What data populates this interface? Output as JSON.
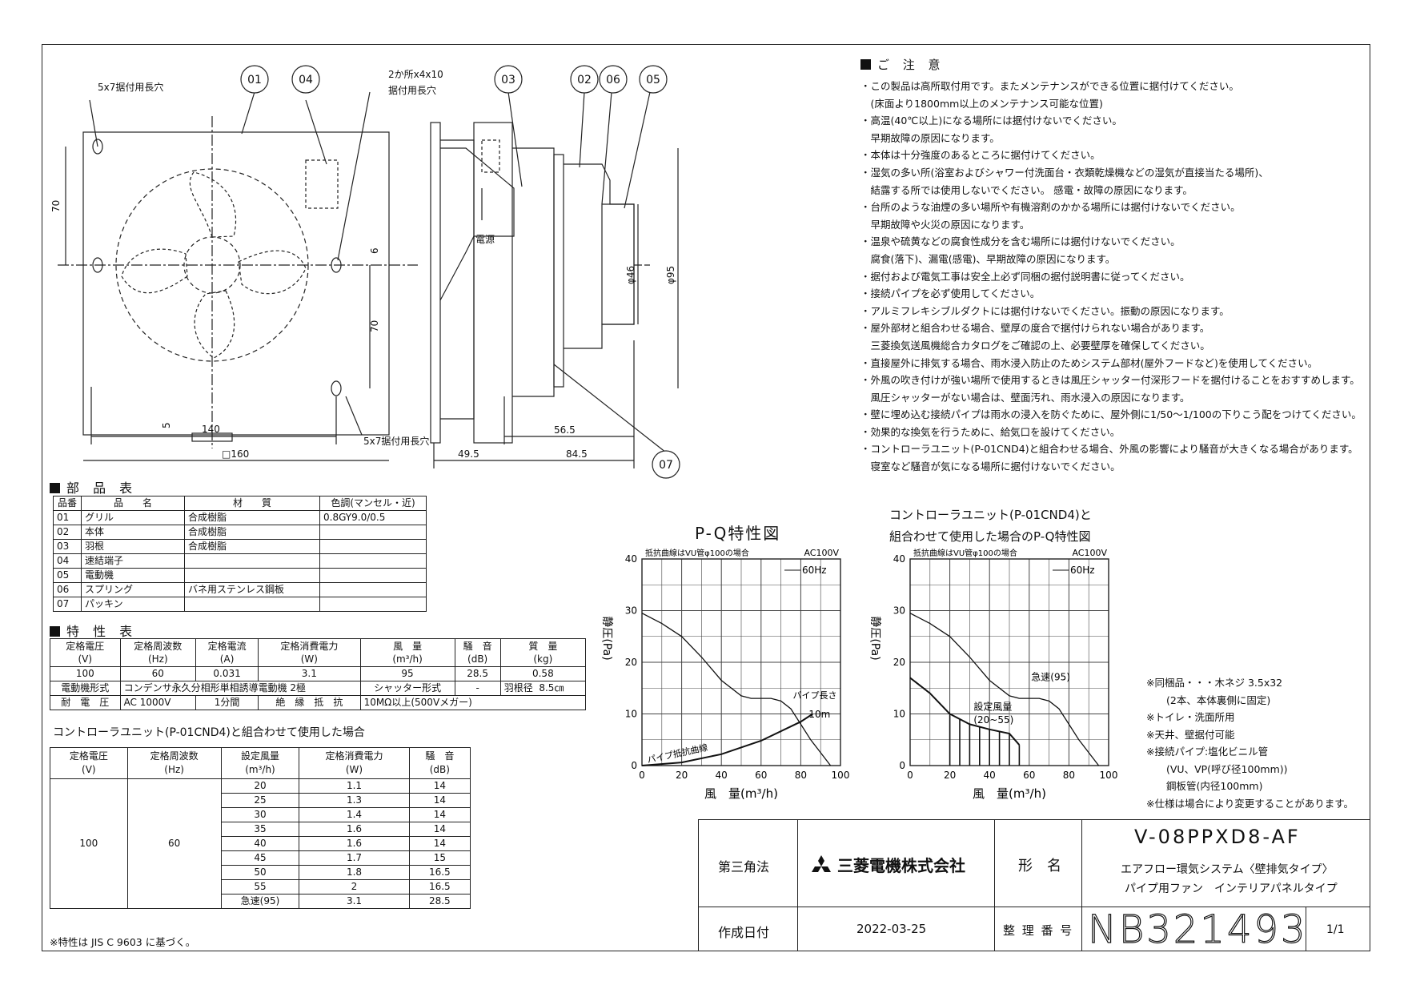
{
  "notes": {
    "heading": "ご 注 意",
    "lines": [
      "・この製品は高所取付用です。またメンテナンスができる位置に据付けてください。",
      "　(床面より1800mm以上のメンテナンス可能な位置)",
      "・高温(40℃以上)になる場所には据付けないでください。",
      "　早期故障の原因になります。",
      "・本体は十分強度のあるところに据付けてください。",
      "・湿気の多い所(浴室およびシャワー付洗面台・衣類乾燥機などの湿気が直接当たる場所)、",
      "　結露する所では使用しないでください。 感電・故障の原因になります。",
      "・台所のような油煙の多い場所や有機溶剤のかかる場所には据付けないでください。",
      "　早期故障や火災の原因になります。",
      "・温泉や硫黄などの腐食性成分を含む場所には据付けないでください。",
      "　腐食(落下)、漏電(感電)、早期故障の原因になります。",
      "・据付および電気工事は安全上必ず同梱の据付説明書に従ってください。",
      "・接続パイプを必ず使用してください。",
      "・アルミフレキシブルダクトには据付けないでください。振動の原因になります。",
      "・屋外部材と組合わせる場合、壁厚の度合で据付けられない場合があります。",
      "　三菱換気送風機総合カタログをご確認の上、必要壁厚を確保してください。",
      "・直接屋外に排気する場合、雨水浸入防止のためシステム部材(屋外フードなど)を使用してください。",
      "・外風の吹き付けが強い場所で使用するときは風圧シャッター付深形フードを据付けることをおすすめします。",
      "　風圧シャッターがない場合は、壁面汚れ、雨水浸入の原因になります。",
      "・壁に埋め込む接続パイプは雨水の浸入を防ぐために、屋外側に1/50～1/100の下りこう配をつけてください。",
      "・効果的な換気を行うために、給気口を設けてください。",
      "・コントローラユニット(P-01CND4)と組合わせる場合、外風の影響により騒音が大きくなる場合があります。",
      "　寝室など騒音が気になる場所に据付けないでください。"
    ]
  },
  "drawing": {
    "balloons": [
      "01",
      "04",
      "03",
      "02",
      "06",
      "05",
      "07"
    ],
    "labels": {
      "hole_top": "5x7据付用長穴",
      "hole_bottom": "5x7据付用長穴",
      "hole_side_1": "2か所x4x10",
      "hole_side_2": "据付用長穴",
      "power": "電源",
      "dim_70a": "70",
      "dim_70b": "70",
      "dim_6": "6",
      "dim_5": "5",
      "dim_140": "140",
      "dim_160": "□160",
      "dim_49_5": "49.5",
      "dim_56_5": "56.5",
      "dim_84_5": "84.5",
      "dim_46": "φ46",
      "dim_95": "φ95"
    }
  },
  "parts": {
    "title": "部 品 表",
    "headers": [
      "品番",
      "品　　名",
      "材　　質",
      "色調(マンセル・近)"
    ],
    "rows": [
      [
        "01",
        "グリル",
        "合成樹脂",
        "0.8GY9.0/0.5"
      ],
      [
        "02",
        "本体",
        "合成樹脂",
        ""
      ],
      [
        "03",
        "羽根",
        "合成樹脂",
        ""
      ],
      [
        "04",
        "速結端子",
        "",
        ""
      ],
      [
        "05",
        "電動機",
        "",
        ""
      ],
      [
        "06",
        "スプリング",
        "バネ用ステンレス鋼板",
        ""
      ],
      [
        "07",
        "パッキン",
        "",
        ""
      ]
    ]
  },
  "specs": {
    "title": "特 性 表",
    "headers": [
      "定格電圧\n(V)",
      "定格周波数\n(Hz)",
      "定格電流\n(A)",
      "定格消費電力\n(W)",
      "風　量\n(m³/h)",
      "騒　音\n(dB)",
      "質　量\n(kg)"
    ],
    "values": [
      "100",
      "60",
      "0.031",
      "3.1",
      "95",
      "28.5",
      "0.58"
    ],
    "motor_label": "電動機形式",
    "motor_value": "コンデンサ永久分相形単相誘導電動機 2極",
    "shutter_label": "シャッター形式",
    "shutter_value": "-",
    "blade_label": "羽根径",
    "blade_value": "8.5㎝",
    "voltage_label": "耐　電　圧",
    "voltage_value": "AC 1000V",
    "voltage_time": "1分間",
    "insul_label": "絶　縁　抵　抗",
    "insul_value": "10MΩ以上(500Vメガー)"
  },
  "controller": {
    "title": "コントローラユニット(P-01CND4)と組合わせて使用した場合",
    "headers": [
      "定格電圧\n(V)",
      "定格周波数\n(Hz)",
      "設定風量\n(m³/h)",
      "定格消費電力\n(W)",
      "騒　音\n(dB)"
    ],
    "voltage": "100",
    "freq": "60",
    "rows": [
      [
        "20",
        "1.1",
        "14"
      ],
      [
        "25",
        "1.3",
        "14"
      ],
      [
        "30",
        "1.4",
        "14"
      ],
      [
        "35",
        "1.6",
        "14"
      ],
      [
        "40",
        "1.6",
        "14"
      ],
      [
        "45",
        "1.7",
        "15"
      ],
      [
        "50",
        "1.8",
        "16.5"
      ],
      [
        "55",
        "2",
        "16.5"
      ],
      [
        "急速(95)",
        "3.1",
        "28.5"
      ]
    ],
    "footnote": "※特性は JIS C 9603 に基づく。"
  },
  "chart_data": [
    {
      "type": "line",
      "title": "P-Q特性図",
      "note": "抵抗曲線はVU管φ100の場合",
      "supply": "AC100V",
      "legend": "60Hz",
      "xlabel": "風　量(m³/h)",
      "ylabel": "静圧(Pa)",
      "xlim": [
        0,
        100
      ],
      "ylim": [
        0,
        40
      ],
      "xticks": [
        0,
        20,
        40,
        60,
        80,
        100
      ],
      "yticks": [
        0,
        10,
        20,
        30,
        40
      ],
      "series": [
        {
          "name": "60Hz",
          "x": [
            0,
            10,
            20,
            30,
            40,
            50,
            55,
            60,
            65,
            70,
            75,
            80,
            85,
            90,
            95
          ],
          "y": [
            29.5,
            27.5,
            25,
            21,
            16.5,
            13.5,
            13,
            13,
            13,
            12.5,
            11,
            8,
            5,
            2.5,
            0
          ]
        },
        {
          "name": "パイプ抵抗曲線",
          "x": [
            0,
            20,
            40,
            60,
            80,
            86
          ],
          "y": [
            0,
            0.6,
            2.2,
            4.8,
            8.5,
            10
          ]
        }
      ],
      "annotations": [
        "パイプ長さ",
        "10m"
      ]
    },
    {
      "type": "line",
      "title": "コントローラユニット(P-01CND4)と\n組合わせて使用した場合のP-Q特性図",
      "note": "抵抗曲線はVU管φ100の場合",
      "supply": "AC100V",
      "legend": "60Hz",
      "xlabel": "風　量(m³/h)",
      "ylabel": "静圧(Pa)",
      "xlim": [
        0,
        100
      ],
      "ylim": [
        0,
        40
      ],
      "xticks": [
        0,
        20,
        40,
        60,
        80,
        100
      ],
      "yticks": [
        0,
        10,
        20,
        30,
        40
      ],
      "series": [
        {
          "name": "急速(95)",
          "x": [
            0,
            10,
            20,
            30,
            40,
            50,
            55,
            60,
            65,
            70,
            75,
            80,
            85,
            90,
            95
          ],
          "y": [
            29.5,
            27.5,
            25,
            21,
            16.5,
            13.5,
            13,
            13,
            13,
            12.5,
            11,
            8,
            5,
            2.5,
            0
          ]
        },
        {
          "name": "設定風量(20~55)",
          "x": [
            0,
            10,
            20,
            30,
            40,
            50,
            55
          ],
          "y": [
            17,
            14,
            10,
            8,
            7,
            6.2,
            4
          ]
        }
      ],
      "annotations": [
        "急速(95)",
        "設定風量",
        "(20~55)"
      ]
    }
  ],
  "remarks": [
    "※同梱品・・・木ネジ 3.5x32",
    "　　(2本、本体裏側に固定)",
    "※トイレ・洗面所用",
    "※天井、壁据付可能",
    "※接続パイプ:塩化ビニル管",
    "　　(VU、VP(呼び径100mm))",
    "　　鋼板管(内径100mm)",
    "※仕様は場合により変更することがあります。"
  ],
  "titleblock": {
    "projection": "第三角法",
    "company": "三菱電機株式会社",
    "model_label": "形　名",
    "model": "V-08PPXD8-AF",
    "desc1": "エアフロー環気システム〈壁排気タイプ〉",
    "desc2": "パイプ用ファン　インテリアパネルタイプ",
    "date_label": "作成日付",
    "date": "2022-03-25",
    "number_label": "整 理 番 号",
    "number": "NB321493",
    "sheet": "1/1"
  }
}
